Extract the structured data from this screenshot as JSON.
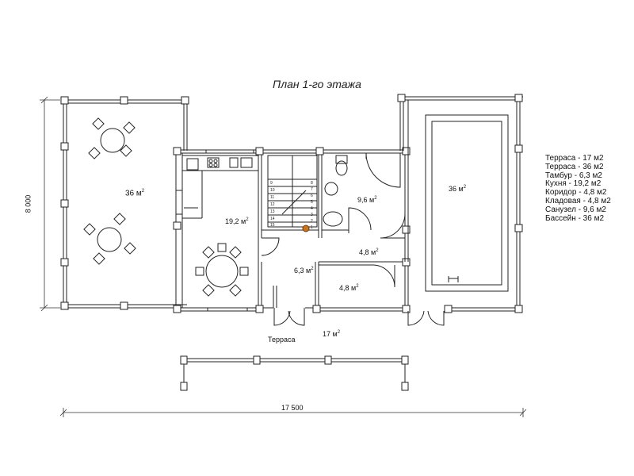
{
  "title": "План 1-го этажа",
  "legend": [
    "Терраса - 17 м2",
    "Терраса - 36 м2",
    "Тамбур - 6,3 м2",
    "Кухня - 19,2 м2",
    "Коридор - 4,8 м2",
    "Кладовая - 4,8 м2",
    "Санузел - 9,6 м2",
    "Бассейн - 36 м2"
  ],
  "rooms": {
    "left_terrace": {
      "area": "36 м",
      "sup": "2"
    },
    "kitchen": {
      "area": "19,2 м",
      "sup": "2"
    },
    "bathroom": {
      "area": "9,6 м",
      "sup": "2"
    },
    "pool": {
      "area": "36 м",
      "sup": "2"
    },
    "corridor": {
      "area": "4,8 м",
      "sup": "2"
    },
    "vestibule": {
      "area": "6,3 м",
      "sup": "2"
    },
    "storage": {
      "area": "4,8 м",
      "sup": "2"
    },
    "front_terrace": {
      "area": "17 м",
      "sup": "2",
      "name": "Терраса"
    }
  },
  "dimensions": {
    "height": "8 000",
    "width": "17 500"
  },
  "stair_steps": [
    "9",
    "10",
    "11",
    "12",
    "13",
    "14",
    "15",
    "8",
    "7",
    "6",
    "5",
    "4",
    "3",
    "2",
    "1"
  ],
  "colors": {
    "line": "#222222",
    "wall_fill": "#ffffff",
    "accent": "#c8731e"
  }
}
